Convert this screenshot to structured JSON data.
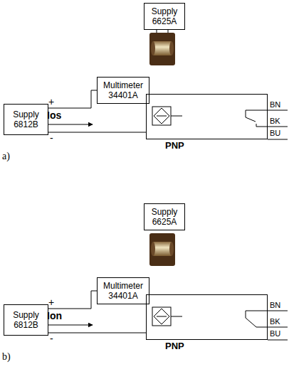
{
  "diagram": {
    "nodes": [
      {
        "text": [
          "Supply 6625A"
        ]
      },
      {
        "text": [
          "Multimeter 34401A"
        ]
      },
      {
        "text": [
          "Supply 6812B"
        ]
      },
      {
        "text": [
          "PNP"
        ]
      },
      {
        "text": [
          "Supply 6625A"
        ]
      },
      {
        "text": [
          "Multimeter 34401A"
        ]
      },
      {
        "text": [
          "Supply 6812B"
        ]
      },
      {
        "text": [
          "PNP"
        ]
      }
    ],
    "edges": [
      {
        "from": 2,
        "to": 1,
        "arrow": "none"
      },
      {
        "from": 1,
        "to": 3,
        "arrow": "none"
      },
      {
        "from": 2,
        "to": 3,
        "arrow": "none"
      },
      {
        "from": 6,
        "to": 5,
        "arrow": "none"
      },
      {
        "from": 5,
        "to": 7,
        "arrow": "none"
      },
      {
        "from": 6,
        "to": 7,
        "arrow": "none"
      }
    ],
    "labels": [
      "+",
      "Ios",
      "-",
      "BN",
      "BK",
      "BU",
      "a)",
      "+",
      "Ion",
      "-",
      "BN",
      "BK",
      "BU",
      "b)"
    ]
  }
}
